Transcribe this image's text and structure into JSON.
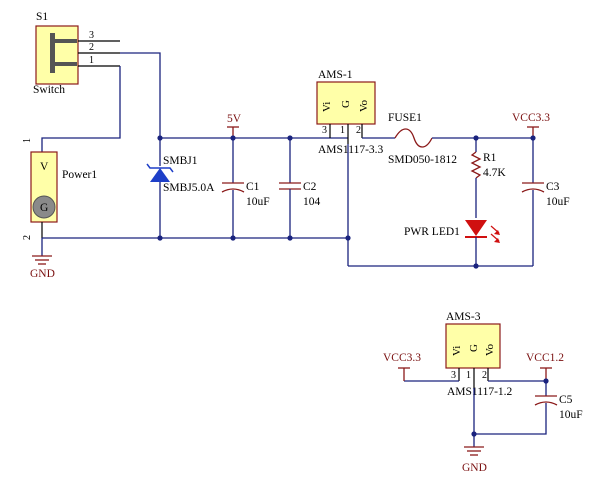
{
  "switch": {
    "ref": "S1",
    "name": "Switch",
    "pins": [
      "3",
      "2",
      "1"
    ]
  },
  "power_connector": {
    "ref": "Power1",
    "pin_labels": [
      "V",
      "G"
    ],
    "pins": [
      "1",
      "2"
    ]
  },
  "tvs": {
    "ref": "SMBJ1",
    "value": "SMBJ5.0A"
  },
  "net_5v": "5V",
  "c1": {
    "ref": "C1",
    "value": "10uF"
  },
  "c2": {
    "ref": "C2",
    "value": "104"
  },
  "ams1": {
    "ref": "AMS-1",
    "part": "AMS1117-3.3",
    "pin_labels": [
      "Vi",
      "G",
      "Vo"
    ],
    "pins": [
      "3",
      "1",
      "2"
    ]
  },
  "fuse": {
    "ref": "FUSE1",
    "part": "SMD050-1812"
  },
  "net_vcc33": "VCC3.3",
  "r1": {
    "ref": "R1",
    "value": "4.7K"
  },
  "c3": {
    "ref": "C3",
    "value": "10uF"
  },
  "led": {
    "ref": "PWR LED1"
  },
  "gnd": "GND",
  "ams3": {
    "ref": "AMS-3",
    "part": "AMS1117-1.2",
    "pin_labels": [
      "Vi",
      "G",
      "Vo"
    ],
    "pins": [
      "3",
      "1",
      "2"
    ]
  },
  "net_vcc33_b": "VCC3.3",
  "net_vcc12": "VCC1.2",
  "c5": {
    "ref": "C5",
    "value": "10uF"
  },
  "colors": {
    "wire": "#1a237e",
    "body": "#ffffa8",
    "outline": "#8b1a1a",
    "led": "#d01010",
    "diode": "#1e3fc8"
  }
}
